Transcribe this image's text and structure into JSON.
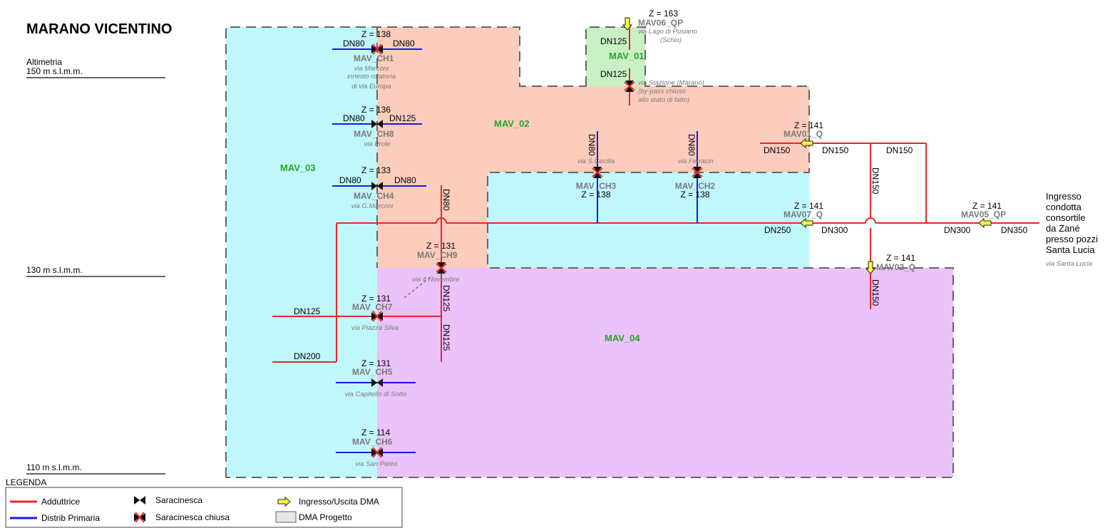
{
  "title": "MARANO VICENTINO",
  "altimetria": {
    "label": "Altimetria",
    "levels": [
      "150 m s.l.m.m.",
      "130 m s.l.m.m.",
      "110 m s.l.m.m."
    ]
  },
  "zones": {
    "mav01": "MAV_01",
    "mav02": "MAV_02",
    "mav03": "MAV_03",
    "mav04": "MAV_04"
  },
  "colors": {
    "mav01": "#c9f0c4",
    "mav02": "#fcccbc",
    "mav03": "#c0f7fa",
    "mav04": "#ebc2fa",
    "adduttrice": "#e8262b",
    "distrib_primaria": "#1a1ae0",
    "arrow_fill": "#ffff33"
  },
  "valves": {
    "ch1": {
      "z": "Z = 138",
      "code": "MAV_CH1",
      "street": [
        "via Marconi",
        "innesto rotatoria",
        "di via Europa"
      ],
      "dn_left": "DN80",
      "dn_right": "DN80"
    },
    "ch8": {
      "z": "Z = 136",
      "code": "MAV_CH8",
      "street": [
        "via Prole"
      ],
      "dn_left": "DN80",
      "dn_right": "DN125"
    },
    "ch4": {
      "z": "Z = 133",
      "code": "MAV_CH4",
      "street": [
        "via G.Marconi"
      ],
      "dn_left": "DN80",
      "dn_right": "DN80"
    },
    "ch3": {
      "z": "Z = 138",
      "code": "MAV_CH3",
      "street": [
        "via S.Cecilia"
      ],
      "dn": "DN80"
    },
    "ch2": {
      "z": "Z = 138",
      "code": "MAV_CH2",
      "street": [
        "via Ferracin"
      ],
      "dn": "DN80"
    },
    "ch9": {
      "z": "Z = 131",
      "code": "MAV_CH9",
      "street": [
        "via 4 Novembre"
      ],
      "dn_top": "DN80",
      "dn_bottom": "DN125"
    },
    "ch7": {
      "z": "Z = 131",
      "code": "MAV_CH7",
      "street": [
        "via Piazza Silva"
      ],
      "dn_left": "DN125",
      "dn_bottom": "DN125"
    },
    "ch5": {
      "z": "Z = 131",
      "code": "MAV_CH5",
      "street": [
        "via Capitello di Sotto"
      ]
    },
    "ch6": {
      "z": "Z = 114",
      "code": "MAV_CH6",
      "street": [
        "via San Pietro"
      ]
    },
    "mav01_bypass": {
      "dn": "DN125",
      "street": [
        "via Stazione (Marano)",
        "(by-pass chiuso",
        "allo stato di fatto)"
      ]
    }
  },
  "meters": {
    "mav06_qp": {
      "z": "Z = 163",
      "code": "MAV06_QP",
      "street": [
        "via Lago di Pusiano",
        "(Schio)"
      ],
      "dn": "DN125"
    },
    "mav01_q": {
      "z": "Z = 141",
      "code": "MAV01_Q",
      "dn_left": "DN150",
      "dn_right": "DN150",
      "dn_far": "DN150"
    },
    "mav07_q": {
      "z": "Z = 141",
      "code": "MAV07_Q",
      "dn_left": "DN250",
      "dn_right": "DN300"
    },
    "mav05_qp": {
      "z": "Z = 141",
      "code": "MAV05_QP",
      "dn_left": "DN300",
      "dn_right": "DN350"
    },
    "mav02_q": {
      "z": "Z = 141",
      "code": "MAV02_Q",
      "dn_vertical_top": "DN150",
      "dn_vertical_bottom": "DN150"
    }
  },
  "west_pipes": {
    "upper": "DN125",
    "lower": "DN200"
  },
  "inlet": {
    "lines": [
      "Ingresso",
      "condotta",
      "consortile",
      "da Zané",
      "presso pozzi",
      "Santa Lucia"
    ],
    "street": "via Santa Lucia"
  },
  "legend": {
    "title": "LEGENDA",
    "adduttrice": "Adduttrice",
    "distrib": "Distrib Primaria",
    "saracinesca": "Saracinesca",
    "saracinesca_chiusa": "Saracinesca chiusa",
    "ingresso": "Ingresso/Uscita DMA",
    "dma": "DMA Progetto"
  }
}
